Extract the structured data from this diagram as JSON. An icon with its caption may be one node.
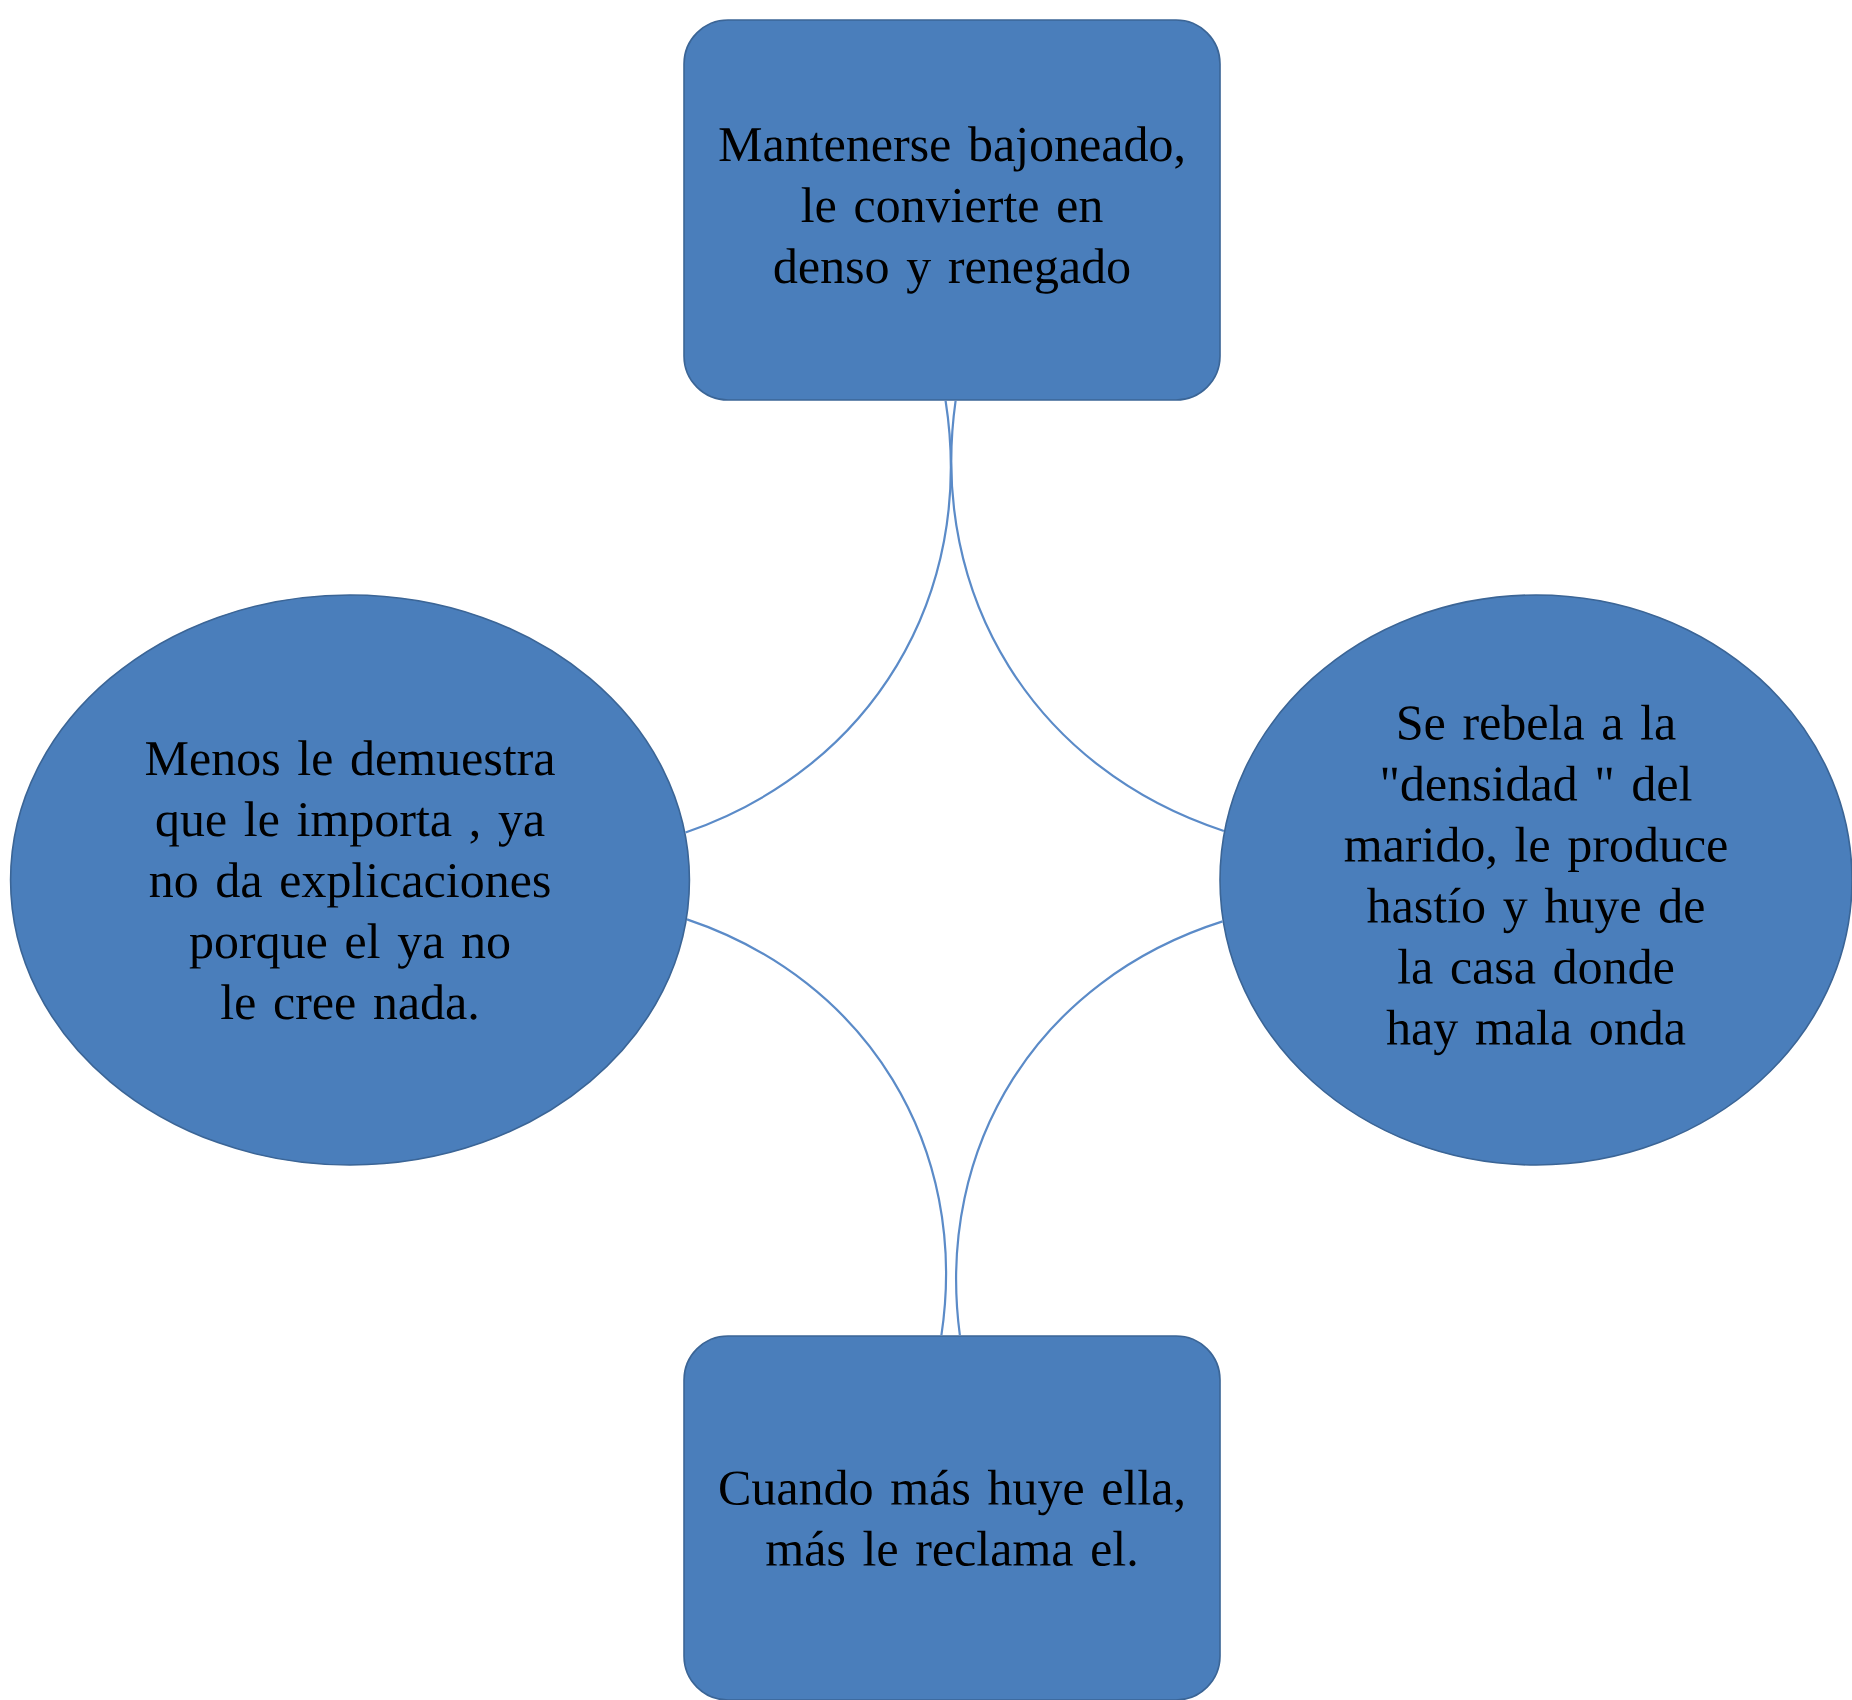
{
  "diagram": {
    "nodes": [
      {
        "text": [
          "Mantenerse bajoneado, le convierte en denso y renegado"
        ]
      },
      {
        "text": [
          "Se rebela a la \"densidad \" del marido, le produce hastío y huye de la casa donde hay mala onda"
        ]
      },
      {
        "text": [
          "Cuando más huye ella, más le reclama el."
        ]
      },
      {
        "text": [
          "Menos le demuestra que le importa , ya no da explicaciones porque el ya no le cree nada."
        ]
      }
    ],
    "edges": [
      {
        "from": 0,
        "to": 1,
        "arrow": "none"
      },
      {
        "from": 1,
        "to": 2,
        "arrow": "none"
      },
      {
        "from": 2,
        "to": 3,
        "arrow": "none"
      },
      {
        "from": 3,
        "to": 0,
        "arrow": "none"
      }
    ]
  }
}
